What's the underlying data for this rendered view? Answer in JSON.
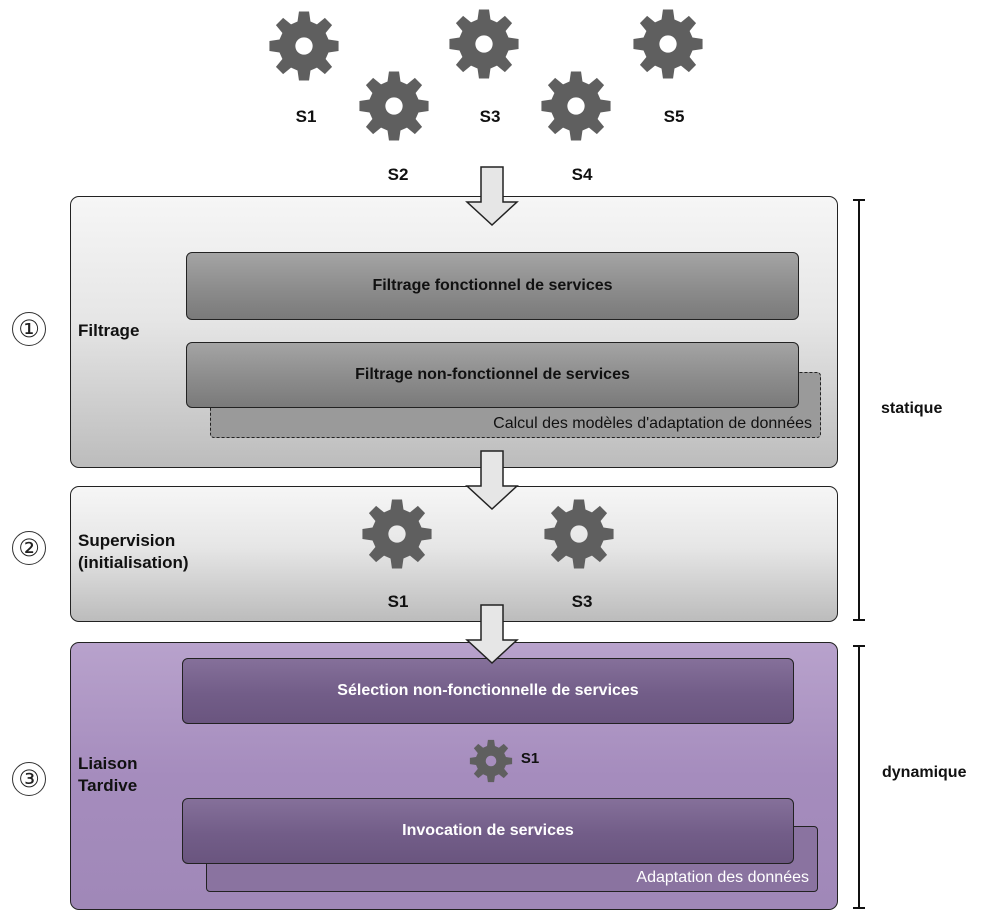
{
  "services_top": [
    "S1",
    "S2",
    "S3",
    "S4",
    "S5"
  ],
  "stage1": {
    "number": "①",
    "label": "Filtrage",
    "bar1": "Filtrage fonctionnel de services",
    "bar2": "Filtrage non-fonctionnel de services",
    "sub": "Calcul des modèles d'adaptation de données"
  },
  "stage2": {
    "number": "②",
    "label_line1": "Supervision",
    "label_line2": "(initialisation)",
    "services": [
      "S1",
      "S3"
    ]
  },
  "stage3": {
    "number": "③",
    "label_line1": "Liaison",
    "label_line2": "Tardive",
    "bar1": "Sélection non-fonctionnelle de services",
    "service": "S1",
    "bar2": "Invocation de services",
    "sub": "Adaptation des données"
  },
  "phases": {
    "static": "statique",
    "dynamic": "dynamique"
  },
  "colors": {
    "gear": "#5f5f5f",
    "gray_panel": "#dcdcdc",
    "purple_panel": "#a891c0"
  }
}
